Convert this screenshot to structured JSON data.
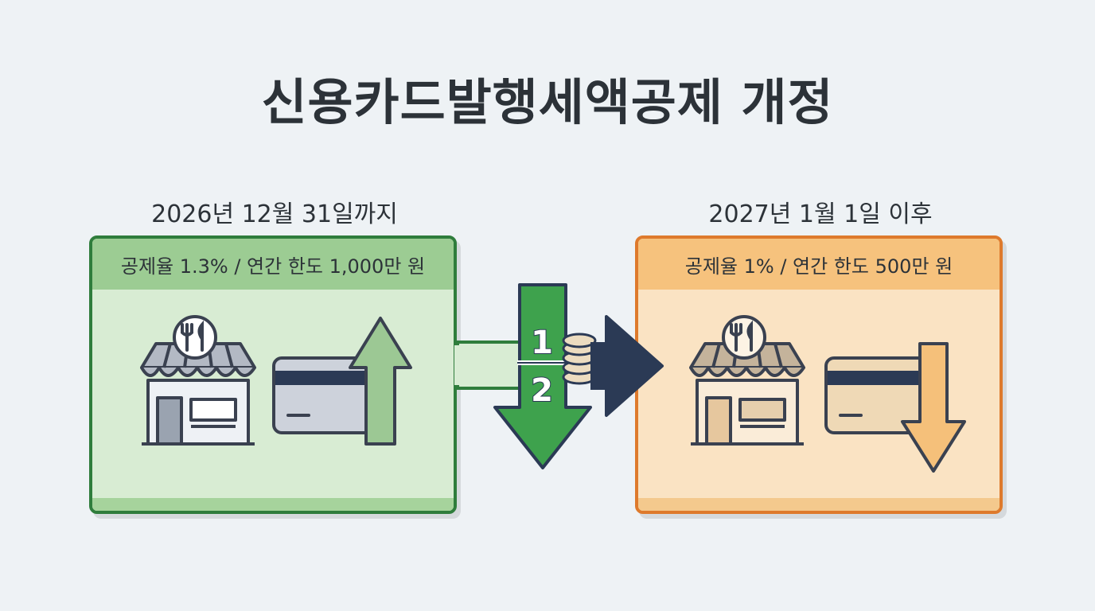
{
  "title": "신용카드발행세액공제 개정",
  "before": {
    "period": "2026년 12월 31일까지",
    "summary": "공제율 1.3% / 연간 한도 1,000만 원"
  },
  "after": {
    "period": "2027년 1월 1일 이후",
    "summary": "공제율 1% / 연간 한도 500만 원"
  },
  "transition": {
    "fraction_numerator": "1",
    "fraction_denominator": "2"
  },
  "colors": {
    "before_accent": "#2f7d3c",
    "after_accent": "#de7a2c",
    "arrow_dark": "#2b3a55"
  },
  "icons": [
    "store-icon",
    "fork-knife-icon",
    "credit-card-icon",
    "up-arrow-icon",
    "down-arrow-icon",
    "coin-stack-icon"
  ]
}
